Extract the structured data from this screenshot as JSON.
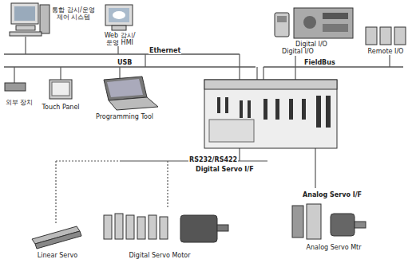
{
  "diagram": {
    "nodes": [
      {
        "text": [
          "통합 감시/운영 제어 시스템"
        ]
      },
      {
        "text": [
          "Web 감시/운영 HMI"
        ]
      },
      {
        "text": [
          "Digital I/O"
        ]
      },
      {
        "text": [
          "Remote I/O"
        ]
      },
      {
        "text": [
          "외부 장치"
        ]
      },
      {
        "text": [
          "Touch Panel"
        ]
      },
      {
        "text": [
          "Programming Tool"
        ]
      },
      {
        "text": [
          "Linear Servo"
        ]
      },
      {
        "text": [
          "Digital Servo Motor"
        ]
      },
      {
        "text": [
          "Analog Servo Mtr"
        ]
      }
    ],
    "labels": [
      "Ethernet",
      "USB",
      "Digital I/O",
      "FieldBus",
      "RS232/RS422",
      "Digital Servo I/F",
      "Analog Servo I/F"
    ]
  }
}
